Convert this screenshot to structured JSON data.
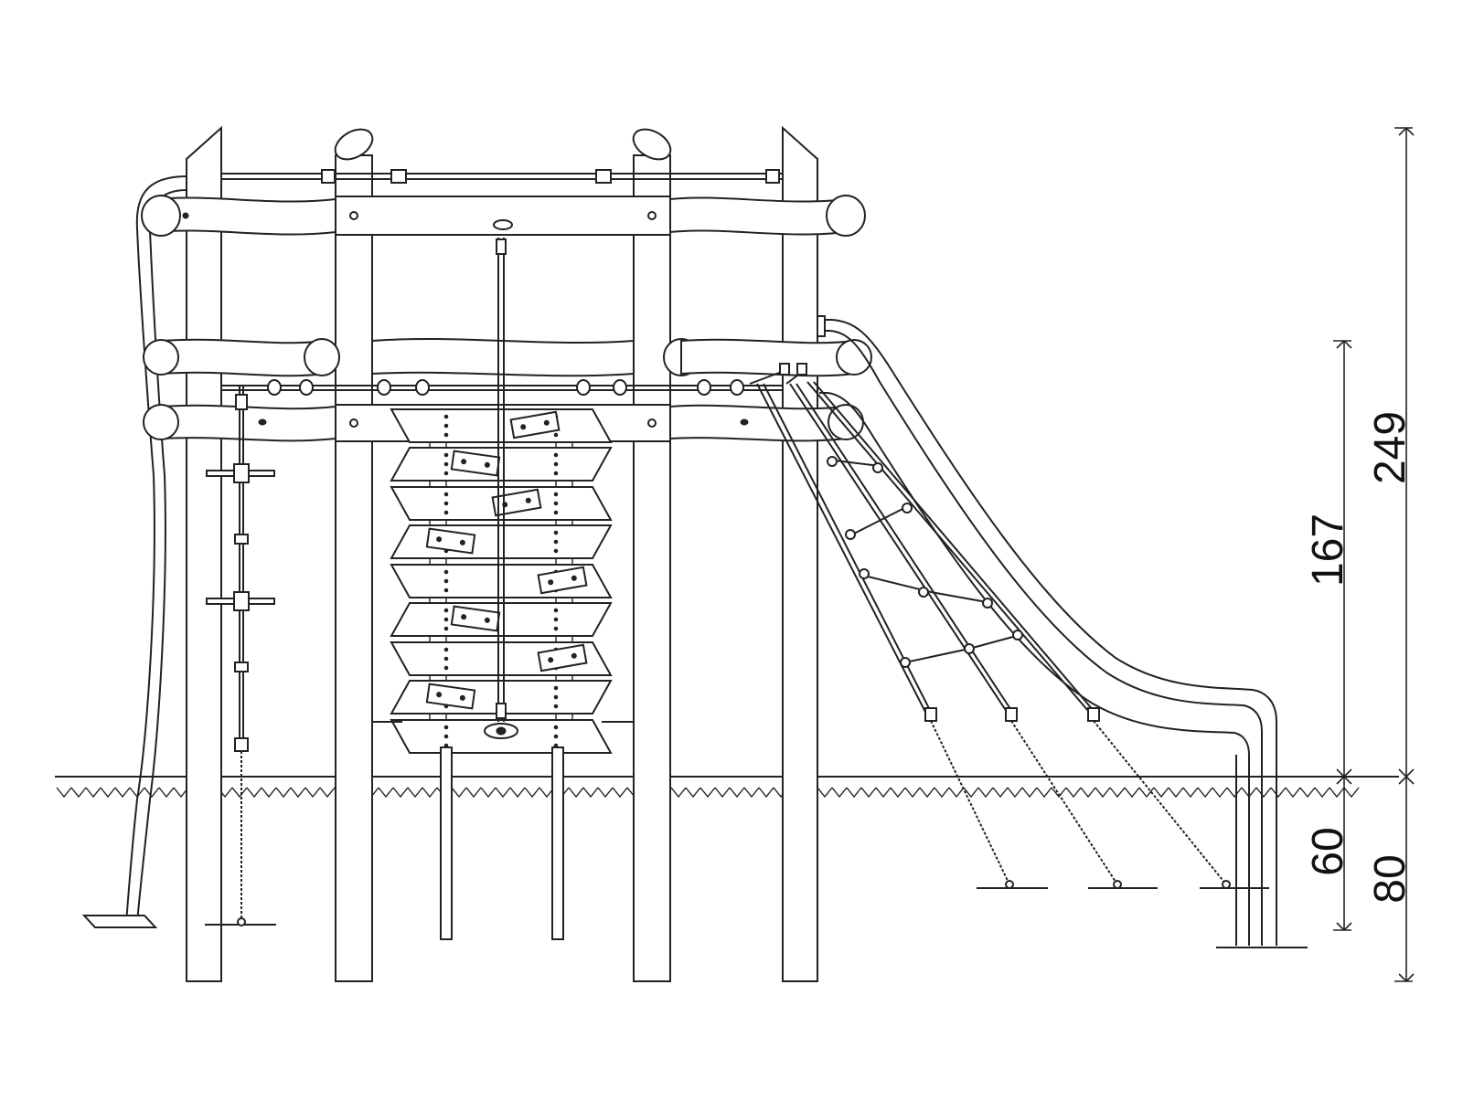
{
  "figure": {
    "type": "technical elevation drawing",
    "colors": {
      "line": "#222222",
      "background": "#ffffff"
    }
  },
  "dimensions": {
    "overall_height": "249",
    "platform_height": "167",
    "post_depth": "80",
    "footing_depth": "60"
  }
}
